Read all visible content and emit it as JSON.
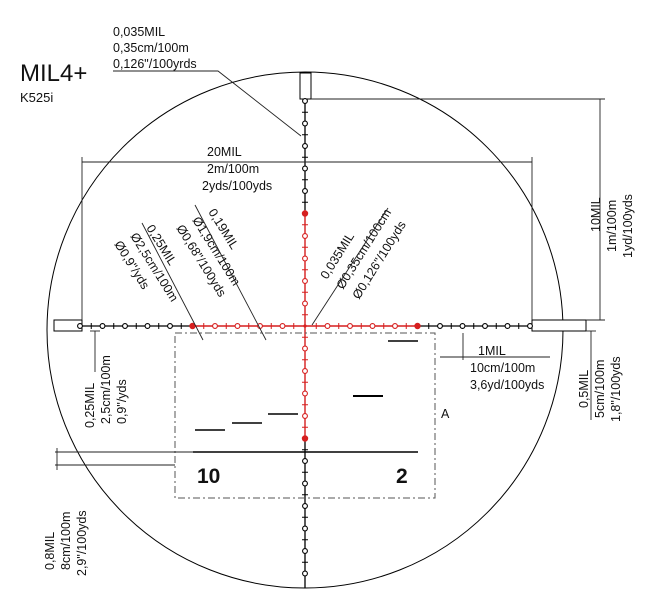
{
  "title": "MIL4+",
  "subtitle": "K525i",
  "colors": {
    "reticle": "#000000",
    "illuminated": "#d61f1f",
    "dimension": "#222222"
  },
  "callouts": {
    "top_left_dot": [
      "0,035MIL",
      "0,35cm/100m",
      "0,126\"/100yrds"
    ],
    "span": [
      "20MIL",
      "2m/100m",
      "2yds/100yds"
    ],
    "diag_025": [
      "0,25MIL",
      "Ø2,5cm/100m",
      "Ø0,9\"/yds"
    ],
    "diag_019": [
      "0,19MIL",
      "Ø1,9cm/100m",
      "Ø0,68\"/100yds"
    ],
    "diag_0035": [
      "0,035MIL",
      "Ø0,35cm/100cm",
      "Ø0,126\"/100yds"
    ],
    "right_vertical": [
      "10MIL",
      "1m/100m",
      "1yd/100yds"
    ],
    "one_mil": [
      "1MIL",
      "10cm/100m",
      "3,6yd/100yds"
    ],
    "left_025": [
      "0,25MIL",
      "2,5cm/100m",
      "0,9\"/yds"
    ],
    "right_05": [
      "0,5MIL",
      "5cm/100m",
      "1,8\"/100yds"
    ],
    "bottom_left": [
      "0,8MIL",
      "8cm/100m",
      "2,9\"/100yds"
    ]
  },
  "box_label": "A",
  "range_numbers": [
    "10",
    "2"
  ]
}
